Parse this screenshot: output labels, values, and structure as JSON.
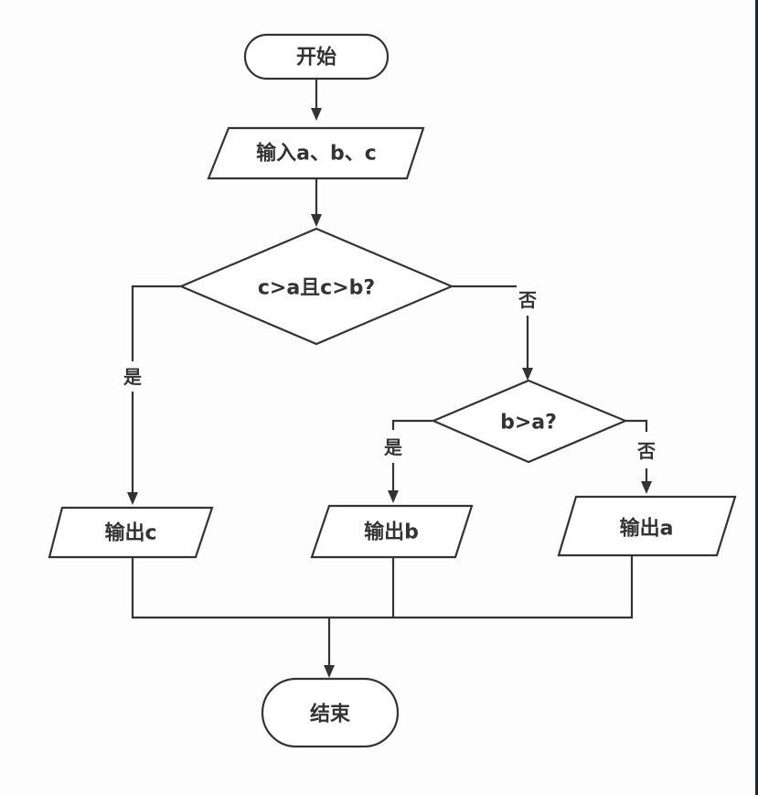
{
  "diagram": {
    "type": "flowchart",
    "nodes": {
      "start": {
        "label": "开始",
        "shape": "terminator"
      },
      "input": {
        "label": "输入a、b、c",
        "shape": "io"
      },
      "decision1": {
        "label": "c>a且c>b?",
        "shape": "decision"
      },
      "decision2": {
        "label": "b>a?",
        "shape": "decision"
      },
      "output_c": {
        "label": "输出c",
        "shape": "io"
      },
      "output_b": {
        "label": "输出b",
        "shape": "io"
      },
      "output_a": {
        "label": "输出a",
        "shape": "io"
      },
      "end": {
        "label": "结束",
        "shape": "terminator"
      }
    },
    "edges": [
      {
        "from": "start",
        "to": "input",
        "label": ""
      },
      {
        "from": "input",
        "to": "decision1",
        "label": ""
      },
      {
        "from": "decision1",
        "to": "output_c",
        "label": "是"
      },
      {
        "from": "decision1",
        "to": "decision2",
        "label": "否"
      },
      {
        "from": "decision2",
        "to": "output_b",
        "label": "是"
      },
      {
        "from": "decision2",
        "to": "output_a",
        "label": "否"
      },
      {
        "from": "output_c",
        "to": "end",
        "label": ""
      },
      {
        "from": "output_b",
        "to": "end",
        "label": ""
      },
      {
        "from": "output_a",
        "to": "end",
        "label": ""
      }
    ],
    "edge_labels": {
      "d1_yes": "是",
      "d1_no": "否",
      "d2_yes": "是",
      "d2_no": "否"
    },
    "colors": {
      "stroke": "#333333",
      "fill": "#ffffff",
      "background": "#fdfdfd"
    }
  }
}
